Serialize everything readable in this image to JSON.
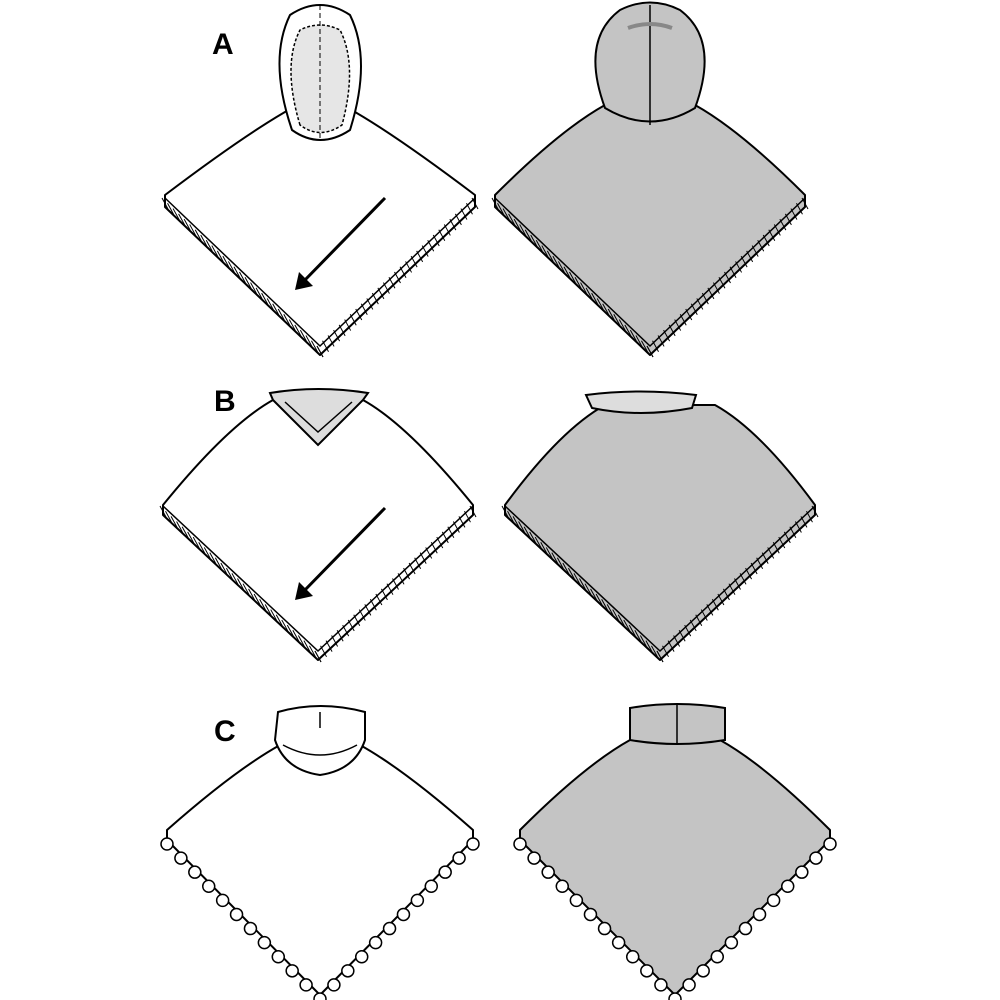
{
  "views": [
    {
      "label": "A",
      "style": "hood",
      "trim": "fringe"
    },
    {
      "label": "B",
      "style": "ribbed-v-collar",
      "trim": "fringe"
    },
    {
      "label": "C",
      "style": "cowl-collar",
      "trim": "pompoms"
    }
  ],
  "colors": {
    "line": "#000000",
    "front_fill": "#ffffff",
    "back_fill": "#c4c4c4",
    "hood_lining": "#e6e6e6"
  }
}
